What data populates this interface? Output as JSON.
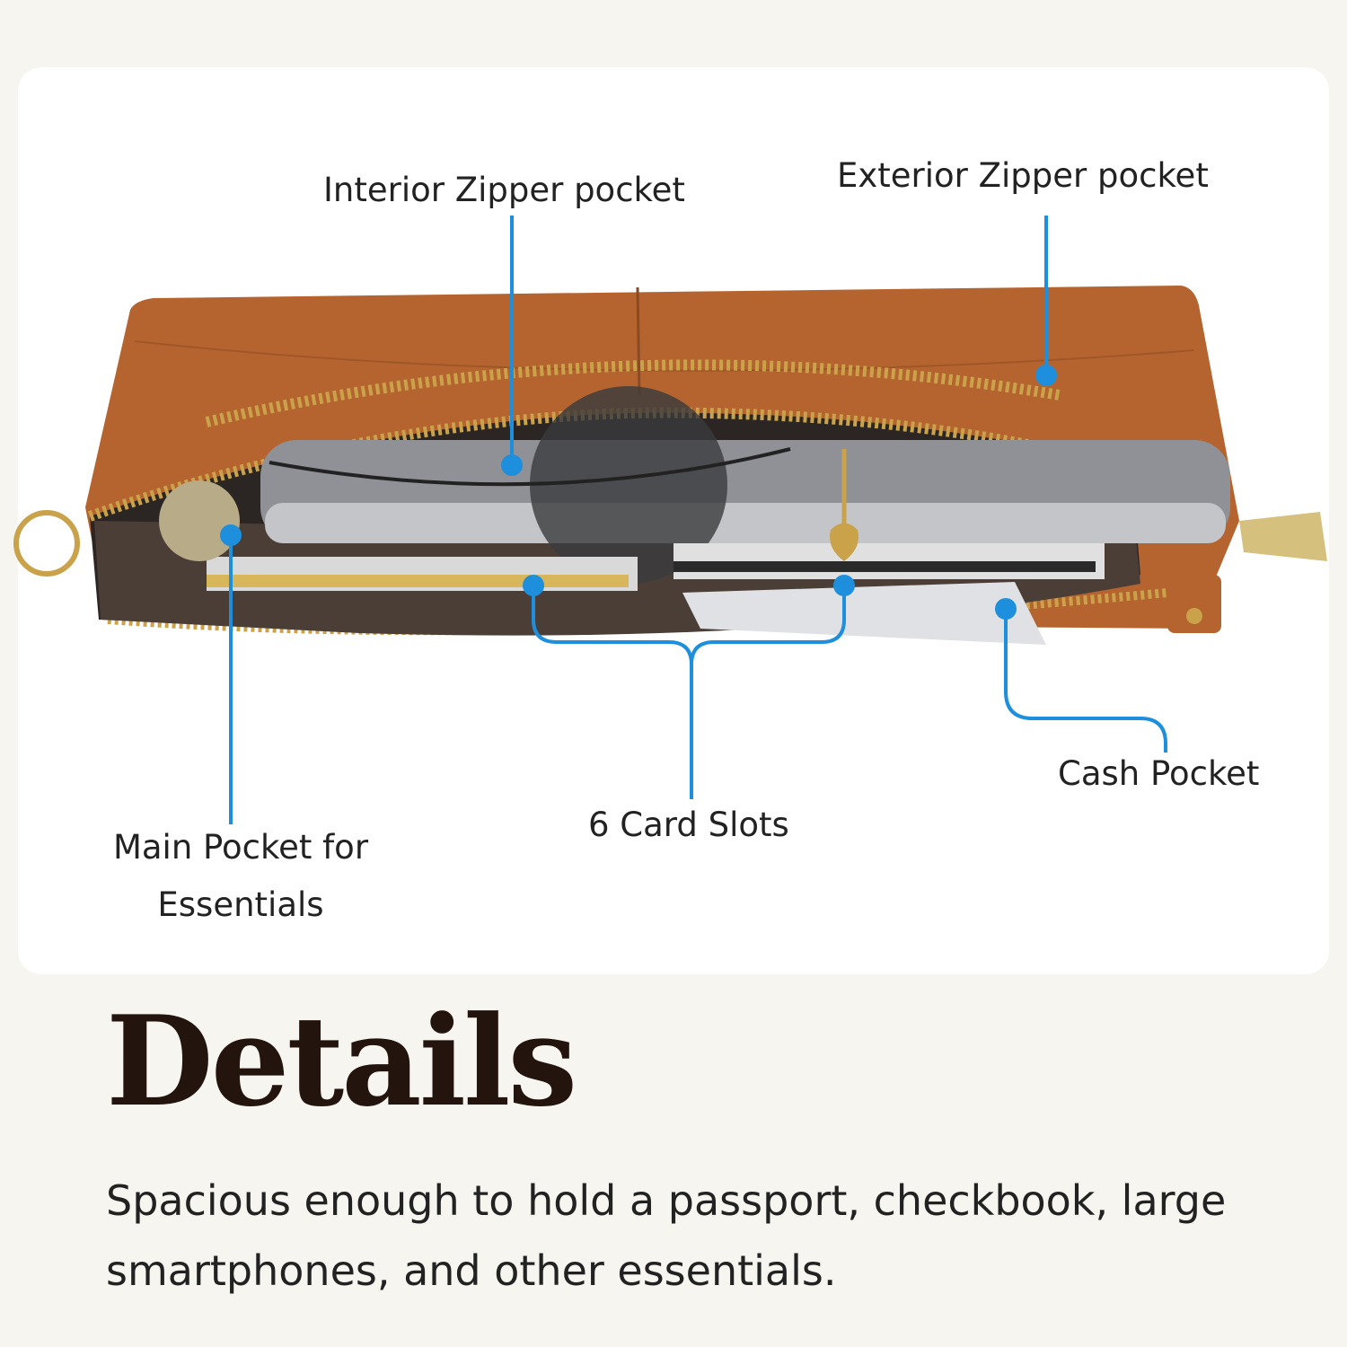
{
  "callouts": {
    "interior_zipper": "Interior Zipper pocket",
    "exterior_zipper": "Exterior Zipper pocket",
    "cash_pocket": "Cash Pocket",
    "card_slots": "6 Card Slots",
    "main_pocket": "Main Pocket for Essentials"
  },
  "details": {
    "title": "Details",
    "description": "Spacious enough to hold a passport, checkbook, large smartphones, and other essentials."
  },
  "colors": {
    "accent_line": "#1e8fdc",
    "leather": "#b5642f",
    "zipper_gold": "#c9a24a",
    "title": "#24140e"
  }
}
